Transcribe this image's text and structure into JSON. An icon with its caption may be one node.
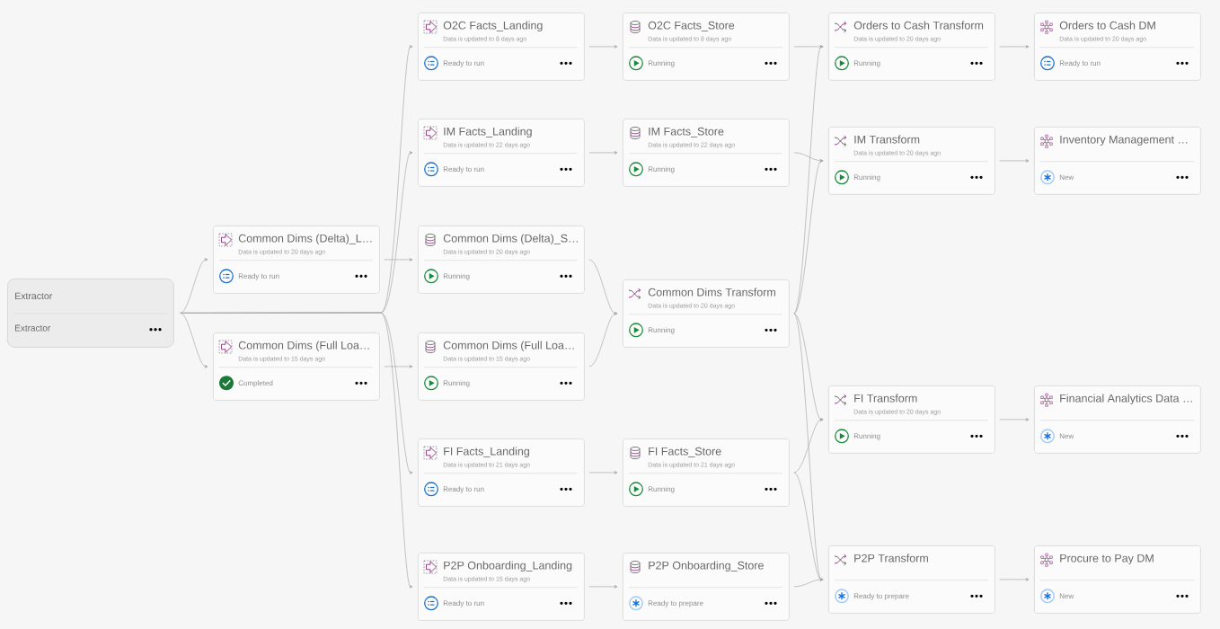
{
  "diagram": {
    "nodes": [
      {
        "text": [
          "Extractor",
          "Extractor"
        ]
      },
      {
        "text": [
          "Common Dims (Delta)_L…",
          "Data is updated to 20 days ago",
          "Ready to run"
        ]
      },
      {
        "text": [
          "Common Dims (Full Loa…",
          "Data is updated to 15 days ago",
          "Completed"
        ]
      },
      {
        "text": [
          "O2C Facts_Landing",
          "Data is updated to 8 days ago",
          "Ready to run"
        ]
      },
      {
        "text": [
          "IM Facts_Landing",
          "Data is updated to 22 days ago",
          "Ready to run"
        ]
      },
      {
        "text": [
          "Common Dims (Delta)_S…",
          "Data is updated to 20 days ago",
          "Running"
        ]
      },
      {
        "text": [
          "Common Dims (Full Loa…",
          "Data is updated to 15 days ago",
          "Running"
        ]
      },
      {
        "text": [
          "FI Facts_Landing",
          "Data is updated to 21 days ago",
          "Ready to run"
        ]
      },
      {
        "text": [
          "P2P Onboarding_Landing",
          "Data is updated to 15 days ago",
          "Ready to run"
        ]
      },
      {
        "text": [
          "O2C Facts_Store",
          "Data is updated to 8 days ago",
          "Running"
        ]
      },
      {
        "text": [
          "IM Facts_Store",
          "Data is updated to 22 days ago",
          "Running"
        ]
      },
      {
        "text": [
          "Common Dims Transform",
          "Data is updated to 20 days ago",
          "Running"
        ]
      },
      {
        "text": [
          "FI Facts_Store",
          "Data is updated to 21 days ago",
          "Running"
        ]
      },
      {
        "text": [
          "P2P Onboarding_Store",
          "Ready to prepare"
        ]
      },
      {
        "text": [
          "Orders to Cash Transform",
          "Data is updated to 20 days ago",
          "Running"
        ]
      },
      {
        "text": [
          "IM Transform",
          "Data is updated to 20 days ago",
          "Running"
        ]
      },
      {
        "text": [
          "FI Transform",
          "Data is updated to 20 days ago",
          "Running"
        ]
      },
      {
        "text": [
          "P2P Transform",
          "Ready to prepare"
        ]
      },
      {
        "text": [
          "Orders to Cash DM",
          "Data is updated to 20 days ago",
          "Ready to run"
        ]
      },
      {
        "text": [
          "Inventory Management …",
          "New"
        ]
      },
      {
        "text": [
          "Financial Analytics Data …",
          "New"
        ]
      },
      {
        "text": [
          "Procure to Pay DM",
          "New"
        ]
      }
    ],
    "edges": [
      {
        "from": 0,
        "to": 1,
        "arrow": "to"
      },
      {
        "from": 0,
        "to": 2,
        "arrow": "to"
      },
      {
        "from": 0,
        "to": 3,
        "arrow": "to"
      },
      {
        "from": 0,
        "to": 4,
        "arrow": "to"
      },
      {
        "from": 0,
        "to": 7,
        "arrow": "to"
      },
      {
        "from": 0,
        "to": 8,
        "arrow": "to"
      },
      {
        "from": 1,
        "to": 5,
        "arrow": "to"
      },
      {
        "from": 2,
        "to": 6,
        "arrow": "to"
      },
      {
        "from": 3,
        "to": 9,
        "arrow": "to"
      },
      {
        "from": 4,
        "to": 10,
        "arrow": "to"
      },
      {
        "from": 5,
        "to": 11,
        "arrow": "to"
      },
      {
        "from": 6,
        "to": 11,
        "arrow": "to"
      },
      {
        "from": 7,
        "to": 12,
        "arrow": "to"
      },
      {
        "from": 8,
        "to": 13,
        "arrow": "to"
      },
      {
        "from": 9,
        "to": 14,
        "arrow": "to"
      },
      {
        "from": 11,
        "to": 14,
        "arrow": "to"
      },
      {
        "from": 10,
        "to": 15,
        "arrow": "to"
      },
      {
        "from": 11,
        "to": 15,
        "arrow": "to"
      },
      {
        "from": 11,
        "to": 16,
        "arrow": "to"
      },
      {
        "from": 12,
        "to": 16,
        "arrow": "to"
      },
      {
        "from": 11,
        "to": 17,
        "arrow": "to"
      },
      {
        "from": 12,
        "to": 17,
        "arrow": "to"
      },
      {
        "from": 13,
        "to": 17,
        "arrow": "to"
      },
      {
        "from": 14,
        "to": 18,
        "arrow": "to"
      },
      {
        "from": 15,
        "to": 19,
        "arrow": "to"
      },
      {
        "from": 16,
        "to": 20,
        "arrow": "to"
      },
      {
        "from": 17,
        "to": 21,
        "arrow": "to"
      }
    ]
  }
}
